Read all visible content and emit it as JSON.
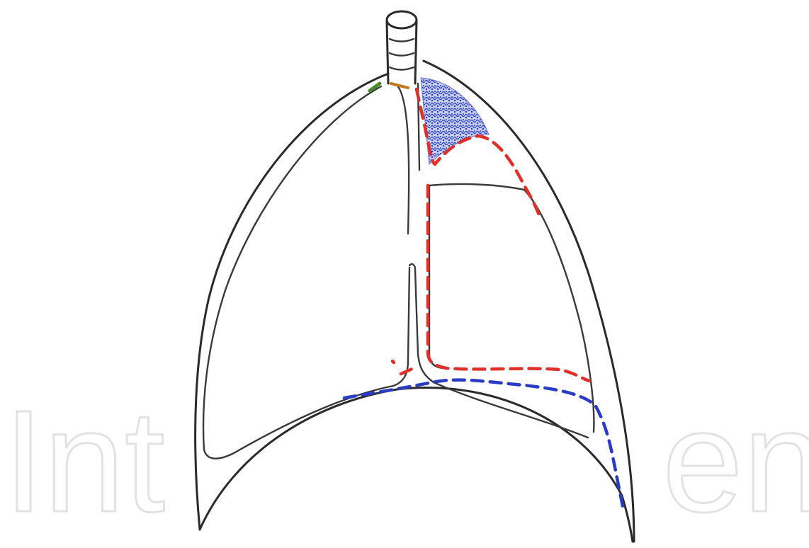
{
  "watermark": {
    "left_text": "Int",
    "right_text": "en",
    "color": "#dedede"
  },
  "colors": {
    "outline": "#2a2a2a",
    "red_dash": "#e0302a",
    "blue_dash": "#2b3cc4",
    "stipple_fill": "#3a4fd0",
    "green_tip": "#4a8a2a",
    "orange_tip": "#c07a20"
  },
  "diagram": {
    "parts": [
      "trachea",
      "left-pleural-cavity",
      "right-pleural-cavity",
      "upper-stippled-region",
      "red-dashed-line",
      "blue-dashed-line",
      "diaphragm-dome"
    ]
  }
}
